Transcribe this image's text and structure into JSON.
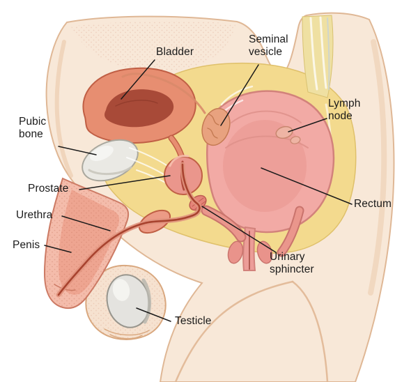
{
  "labels": [
    {
      "id": "bladder",
      "text": "Bladder"
    },
    {
      "id": "seminal-vesicle",
      "text": "Seminal\nvesicle"
    },
    {
      "id": "lymph-node",
      "text": "Lymph\nnode"
    },
    {
      "id": "pubic-bone",
      "text": "Pubic\nbone"
    },
    {
      "id": "prostate",
      "text": "Prostate"
    },
    {
      "id": "rectum",
      "text": "Rectum"
    },
    {
      "id": "urethra",
      "text": "Urethra"
    },
    {
      "id": "penis",
      "text": "Penis"
    },
    {
      "id": "urinary-sphincter",
      "text": "Urinary\nsphincter"
    },
    {
      "id": "testicle",
      "text": "Testicle"
    }
  ],
  "colors": {
    "background": "#ffffff",
    "skin": "#f8e8d8",
    "skin_outline": "#dfb795",
    "fat": "#f3da8e",
    "fat_outline": "#dfc06a",
    "bladder_wall": "#e78e71",
    "bladder_lumen": "#a84a38",
    "organ_outline": "#c05f45",
    "rectum": "#f2aaa5",
    "rectum_inner": "#ec9d98",
    "rectum_outline": "#d2827b",
    "muscle": "#ea968c",
    "muscle_outline": "#c9736c",
    "bone": "#eae9e4",
    "bone_outline": "#a9a79d",
    "vesicle": "#e8a27f",
    "penis": "#f4bcab",
    "penis_inner": "#eda28e",
    "urethra_line": "#a8432f",
    "scrotum": "#f6e2d0",
    "testicle": "#e4e3df",
    "leader_line": "#1a1a1a",
    "label_text": "#1a1a1a"
  }
}
